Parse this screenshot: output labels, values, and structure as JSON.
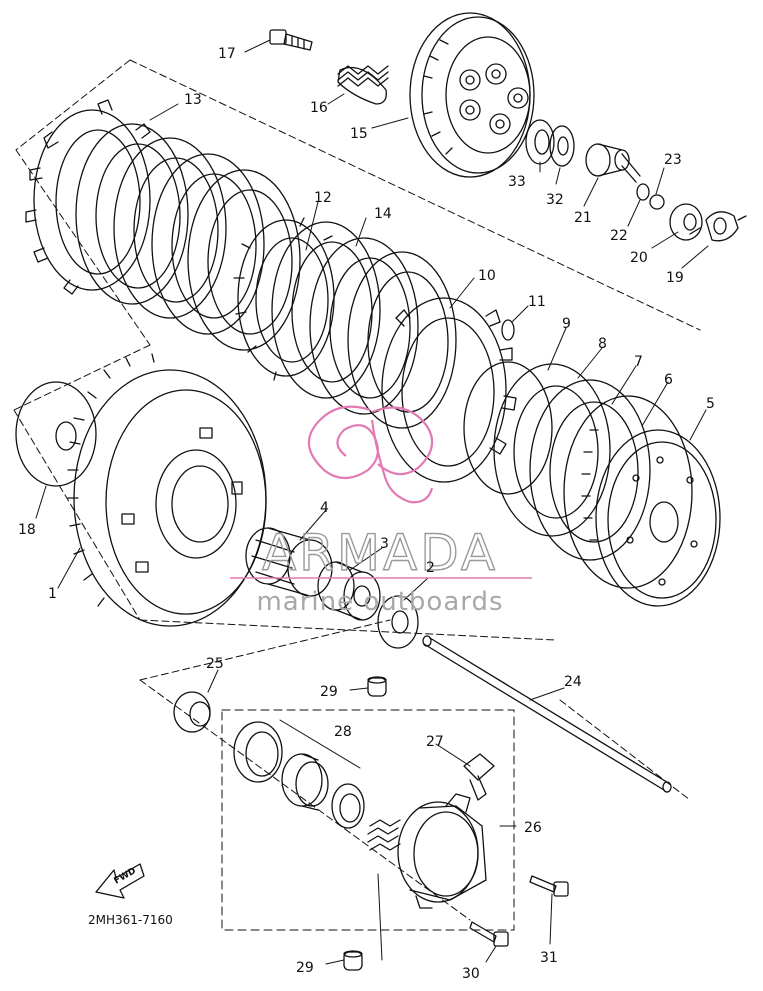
{
  "diagram": {
    "part_code": "2MH361-7160",
    "fwd_arrow_label": "FWD",
    "watermark": {
      "brand": "ARMADA",
      "tagline": "marine outboards",
      "color": "#e27ab4"
    },
    "callouts": [
      "1",
      "2",
      "3",
      "4",
      "5",
      "6",
      "7",
      "8",
      "9",
      "10",
      "11",
      "12",
      "13",
      "14",
      "15",
      "16",
      "17",
      "18",
      "19",
      "20",
      "21",
      "22",
      "23",
      "24",
      "25",
      "26",
      "27",
      "28",
      "29",
      "29",
      "30",
      "31",
      "32",
      "33"
    ]
  }
}
